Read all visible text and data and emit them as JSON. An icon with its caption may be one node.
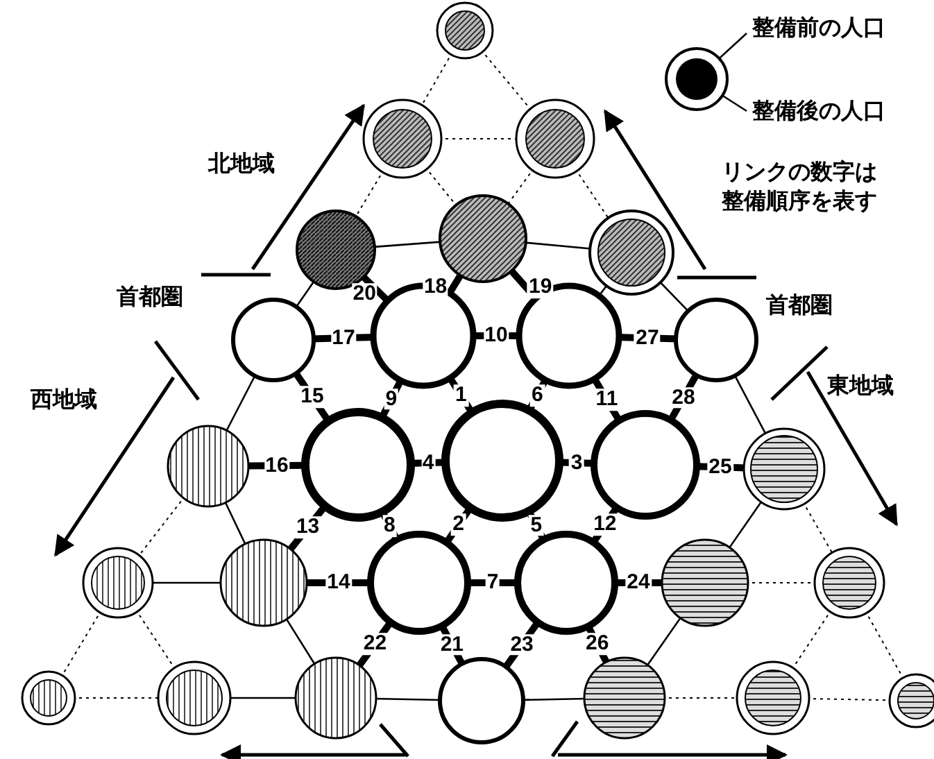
{
  "diagram": {
    "nodes": [
      {
        "text": [],
        "shape": "circle"
      },
      {
        "text": [],
        "shape": "circle"
      },
      {
        "text": [],
        "shape": "circle"
      },
      {
        "text": [],
        "shape": "circle"
      },
      {
        "text": [],
        "shape": "circle"
      },
      {
        "text": [],
        "shape": "circle"
      },
      {
        "text": [],
        "shape": "circle"
      },
      {
        "text": [],
        "shape": "circle"
      },
      {
        "text": [],
        "shape": "circle"
      },
      {
        "text": [],
        "shape": "circle"
      },
      {
        "text": [],
        "shape": "circle"
      },
      {
        "text": [],
        "shape": "circle"
      },
      {
        "text": [],
        "shape": "circle"
      },
      {
        "text": [],
        "shape": "circle"
      },
      {
        "text": [],
        "shape": "circle"
      },
      {
        "text": [],
        "shape": "circle"
      },
      {
        "text": [],
        "shape": "circle"
      },
      {
        "text": [],
        "shape": "circle"
      },
      {
        "text": [],
        "shape": "circle"
      },
      {
        "text": [],
        "shape": "circle"
      },
      {
        "text": [],
        "shape": "circle"
      },
      {
        "text": [],
        "shape": "circle"
      },
      {
        "text": [],
        "shape": "circle"
      },
      {
        "text": [],
        "shape": "circle"
      },
      {
        "text": [],
        "shape": "circle"
      },
      {
        "text": [],
        "shape": "circle"
      },
      {
        "text": [],
        "shape": "circle"
      },
      {
        "text": [],
        "shape": "circle"
      },
      {
        "text": [
          "整備前の人口"
        ]
      },
      {
        "text": [],
        "shape": "circle"
      },
      {
        "text": [],
        "shape": "circle",
        "in": 29
      },
      {
        "text": [
          "整備後の人口"
        ]
      }
    ],
    "edges": [
      {
        "from": 7,
        "to": 12,
        "arrow": "none",
        "label": "1",
        "style": "thick"
      },
      {
        "from": 12,
        "to": 17,
        "arrow": "none",
        "label": "2",
        "style": "thick"
      },
      {
        "from": 12,
        "to": 13,
        "arrow": "none",
        "label": "3",
        "style": "thick"
      },
      {
        "from": 11,
        "to": 12,
        "arrow": "none",
        "label": "4",
        "style": "thick"
      },
      {
        "from": 12,
        "to": 18,
        "arrow": "none",
        "label": "5",
        "style": "thick"
      },
      {
        "from": 8,
        "to": 12,
        "arrow": "none",
        "label": "6",
        "style": "thick"
      },
      {
        "from": 17,
        "to": 18,
        "arrow": "none",
        "label": "7",
        "style": "thick"
      },
      {
        "from": 11,
        "to": 17,
        "arrow": "none",
        "label": "8",
        "style": "thick"
      },
      {
        "from": 7,
        "to": 11,
        "arrow": "none",
        "label": "9",
        "style": "thick"
      },
      {
        "from": 7,
        "to": 8,
        "arrow": "none",
        "label": "10",
        "style": "thick"
      },
      {
        "from": 8,
        "to": 13,
        "arrow": "none",
        "label": "11",
        "style": "thick"
      },
      {
        "from": 13,
        "to": 18,
        "arrow": "none",
        "label": "12",
        "style": "thick"
      },
      {
        "from": 11,
        "to": 16,
        "arrow": "none",
        "label": "13",
        "style": "thick"
      },
      {
        "from": 16,
        "to": 17,
        "arrow": "none",
        "label": "14",
        "style": "thick"
      },
      {
        "from": 6,
        "to": 11,
        "arrow": "none",
        "label": "15",
        "style": "thick"
      },
      {
        "from": 10,
        "to": 11,
        "arrow": "none",
        "label": "16",
        "style": "thick"
      },
      {
        "from": 6,
        "to": 7,
        "arrow": "none",
        "label": "17",
        "style": "thick"
      },
      {
        "from": 4,
        "to": 7,
        "arrow": "none",
        "label": "18",
        "style": "thick"
      },
      {
        "from": 4,
        "to": 8,
        "arrow": "none",
        "label": "19",
        "style": "thick"
      },
      {
        "from": 3,
        "to": 7,
        "arrow": "none",
        "label": "20",
        "style": "thick"
      },
      {
        "from": 17,
        "to": 24,
        "arrow": "none",
        "label": "21",
        "style": "thick"
      },
      {
        "from": 17,
        "to": 23,
        "arrow": "none",
        "label": "22",
        "style": "thick"
      },
      {
        "from": 18,
        "to": 24,
        "arrow": "none",
        "label": "23",
        "style": "thick"
      },
      {
        "from": 18,
        "to": 19,
        "arrow": "none",
        "label": "24",
        "style": "thick"
      },
      {
        "from": 13,
        "to": 14,
        "arrow": "none",
        "label": "25",
        "style": "thick"
      },
      {
        "from": 18,
        "to": 25,
        "arrow": "none",
        "label": "26",
        "style": "thick"
      },
      {
        "from": 8,
        "to": 9,
        "arrow": "none",
        "label": "27",
        "style": "thick"
      },
      {
        "from": 9,
        "to": 13,
        "arrow": "none",
        "label": "28",
        "style": "thick"
      },
      {
        "from": 3,
        "to": 4,
        "arrow": "none"
      },
      {
        "from": 4,
        "to": 5,
        "arrow": "none"
      },
      {
        "from": 3,
        "to": 6,
        "arrow": "none"
      },
      {
        "from": 5,
        "to": 8,
        "arrow": "none"
      },
      {
        "from": 5,
        "to": 9,
        "arrow": "none"
      },
      {
        "from": 6,
        "to": 10,
        "arrow": "none"
      },
      {
        "from": 9,
        "to": 14,
        "arrow": "none"
      },
      {
        "from": 10,
        "to": 16,
        "arrow": "none"
      },
      {
        "from": 14,
        "to": 19,
        "arrow": "none"
      },
      {
        "from": 15,
        "to": 16,
        "arrow": "none"
      },
      {
        "from": 16,
        "to": 23,
        "arrow": "none"
      },
      {
        "from": 19,
        "to": 25,
        "arrow": "none"
      },
      {
        "from": 22,
        "to": 23,
        "arrow": "none"
      },
      {
        "from": 23,
        "to": 24,
        "arrow": "none"
      },
      {
        "from": 24,
        "to": 25,
        "arrow": "none"
      },
      {
        "from": 0,
        "to": 1,
        "arrow": "none",
        "style": "dashed"
      },
      {
        "from": 0,
        "to": 2,
        "arrow": "none",
        "style": "dashed"
      },
      {
        "from": 1,
        "to": 2,
        "arrow": "none",
        "style": "dashed"
      },
      {
        "from": 1,
        "to": 3,
        "arrow": "none",
        "style": "dashed"
      },
      {
        "from": 1,
        "to": 4,
        "arrow": "none",
        "style": "dashed"
      },
      {
        "from": 2,
        "to": 4,
        "arrow": "none",
        "style": "dashed"
      },
      {
        "from": 2,
        "to": 5,
        "arrow": "none",
        "style": "dashed"
      },
      {
        "from": 10,
        "to": 15,
        "arrow": "none",
        "style": "dashed"
      },
      {
        "from": 15,
        "to": 21,
        "arrow": "none",
        "style": "dashed"
      },
      {
        "from": 15,
        "to": 22,
        "arrow": "none",
        "style": "dashed"
      },
      {
        "from": 21,
        "to": 22,
        "arrow": "none",
        "style": "dashed"
      },
      {
        "from": 14,
        "to": 20,
        "arrow": "none",
        "style": "dashed"
      },
      {
        "from": 19,
        "to": 20,
        "arrow": "none",
        "style": "dashed"
      },
      {
        "from": 20,
        "to": 26,
        "arrow": "none",
        "style": "dashed"
      },
      {
        "from": 20,
        "to": 27,
        "arrow": "none",
        "style": "dashed"
      },
      {
        "from": 25,
        "to": 26,
        "arrow": "none",
        "style": "dashed"
      },
      {
        "from": 26,
        "to": 27,
        "arrow": "none",
        "style": "dashed"
      },
      {
        "from": 28,
        "to": 29,
        "arrow": "none"
      },
      {
        "from": 31,
        "to": 30,
        "arrow": "none"
      }
    ],
    "labels": [
      "北地域",
      "リンクの数字は整備順序を表す",
      "首都圏",
      "首都圏",
      "西地域",
      "東地域"
    ]
  }
}
